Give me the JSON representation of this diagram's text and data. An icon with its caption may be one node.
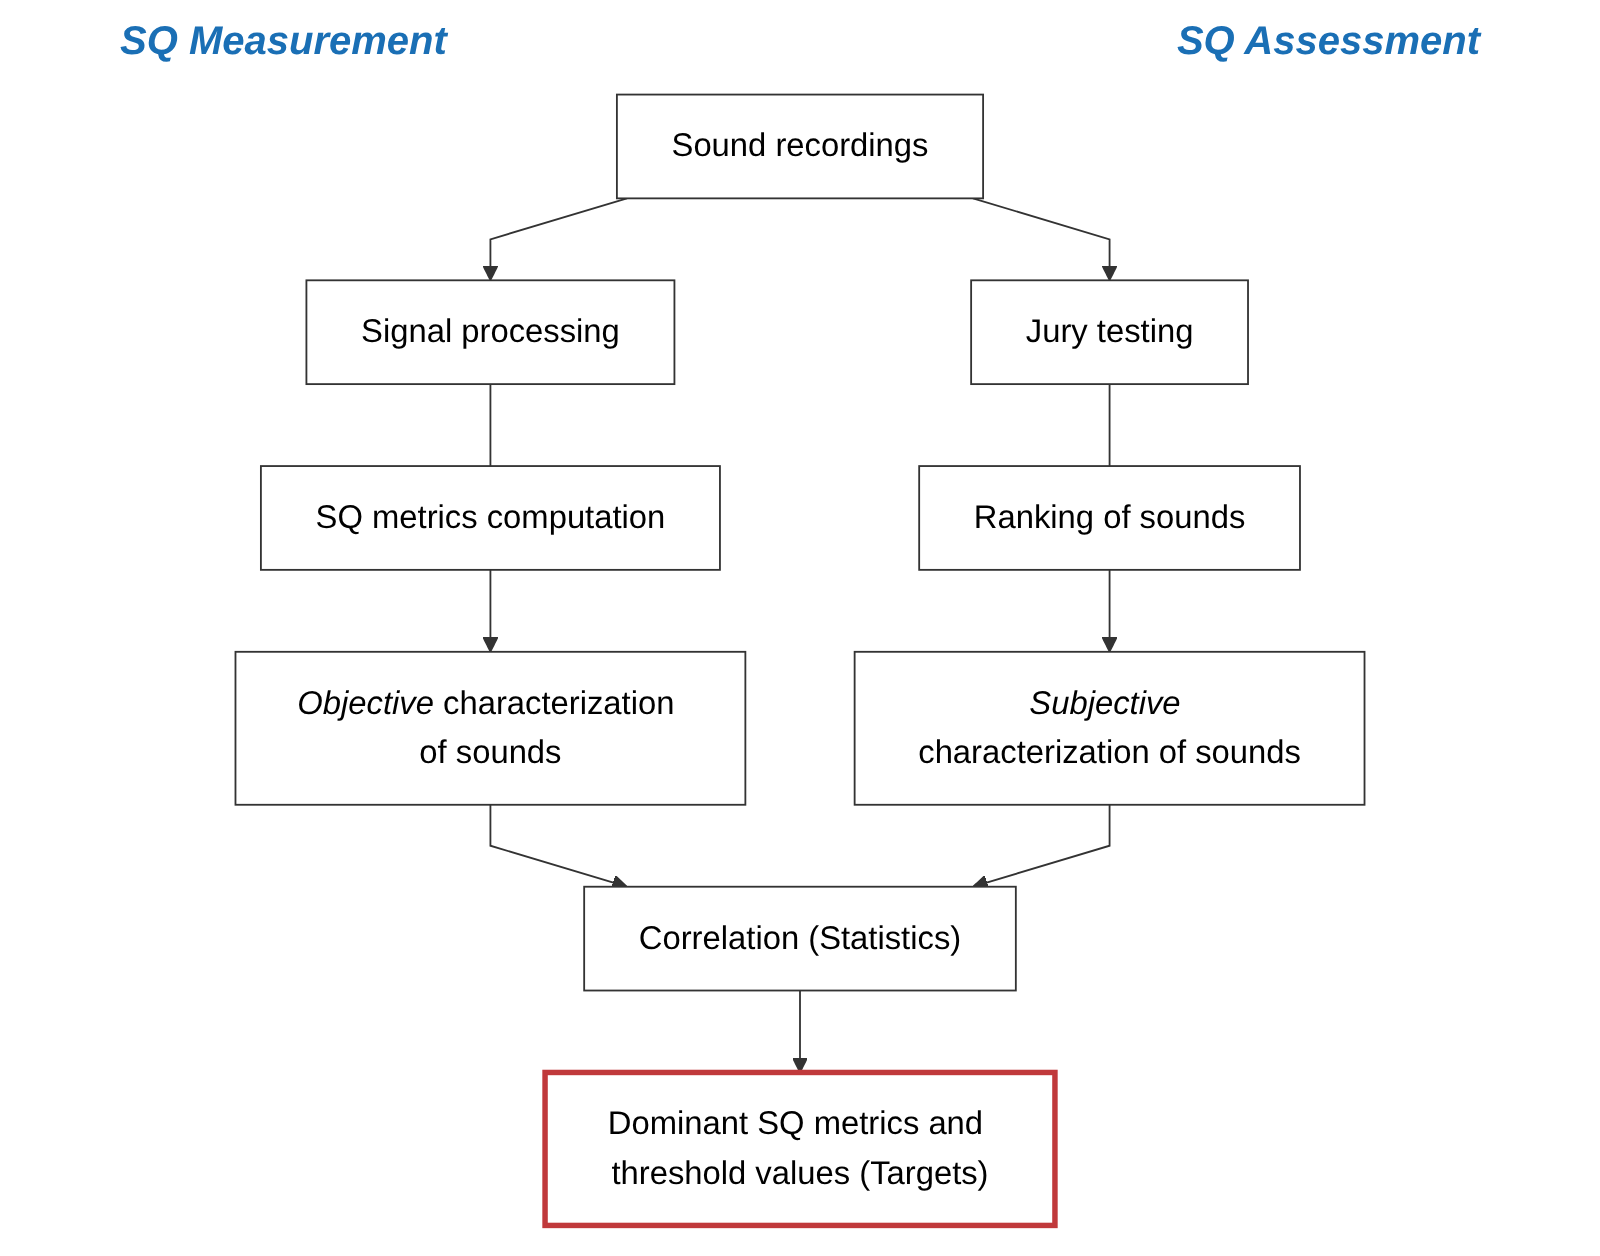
{
  "diagram": {
    "nodes": [
      {
        "text": [
          "Sound recordings"
        ]
      },
      {
        "text": [
          "Signal processing"
        ]
      },
      {
        "text": [
          "SQ metrics computation"
        ]
      },
      {
        "text": [
          "*Objective* characterization of sounds"
        ]
      },
      {
        "text": [
          "Jury testing"
        ]
      },
      {
        "text": [
          "Ranking of sounds"
        ]
      },
      {
        "text": [
          "*Subjective* characterization of sounds"
        ]
      },
      {
        "text": [
          "Correlation (Statistics)"
        ]
      },
      {
        "text": [
          "Dominant SQ metrics and threshold values (Targets)"
        ]
      }
    ],
    "edges": [
      {
        "from": 0,
        "to": 1,
        "arrow": "to"
      },
      {
        "from": 0,
        "to": 4,
        "arrow": "to"
      },
      {
        "from": 1,
        "to": 2,
        "arrow": "none"
      },
      {
        "from": 2,
        "to": 3,
        "arrow": "to"
      },
      {
        "from": 4,
        "to": 5,
        "arrow": "none"
      },
      {
        "from": 5,
        "to": 6,
        "arrow": "to"
      },
      {
        "from": 3,
        "to": 7,
        "arrow": "to"
      },
      {
        "from": 6,
        "to": 7,
        "arrow": "to"
      },
      {
        "from": 7,
        "to": 8,
        "arrow": "to"
      }
    ],
    "labels": [
      "SQ Measurement",
      "SQ Assessment"
    ]
  }
}
